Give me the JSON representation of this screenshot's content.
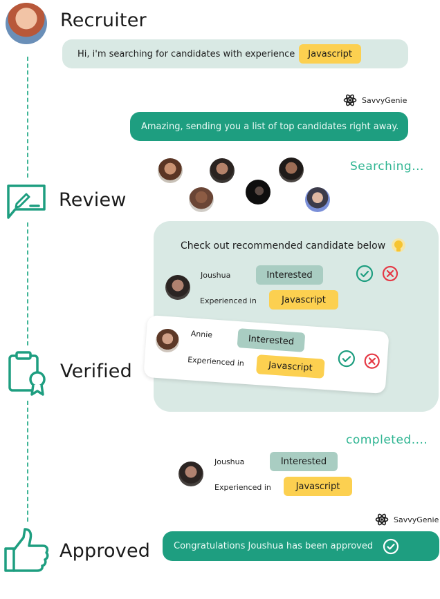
{
  "stages": {
    "recruiter": "Recruiter",
    "review": "Review",
    "verified": "Verified",
    "approved": "Approved"
  },
  "recruiter_message": {
    "text": "Hi, i'm searching for candidates with experience",
    "tag": "Javascript"
  },
  "assistant": {
    "brand": "SavvyGenie",
    "reply": "Amazing, sending you a list of top candidates right away.",
    "status_searching": "Searching...",
    "status_completed": "completed....",
    "final_message": "Congratulations Joushua has been approved"
  },
  "recommendation": {
    "heading": "Check out recommended candidate below",
    "candidates": [
      {
        "name": "Joushua",
        "status": "Interested",
        "exp_label": "Experienced in",
        "skill": "Javascript"
      },
      {
        "name": "Annie",
        "status": "Interested",
        "exp_label": "Experienced in",
        "skill": "Javascript"
      }
    ]
  },
  "approved_candidate": {
    "name": "Joushua",
    "status": "Interested",
    "exp_label": "Experienced in",
    "skill": "Javascript"
  },
  "colors": {
    "accent": "#1e9e80",
    "accent_light": "#d9e9e4",
    "tag_yellow": "#fcd050",
    "tag_gray": "#a9cdc2",
    "reject_red": "#e53945"
  }
}
